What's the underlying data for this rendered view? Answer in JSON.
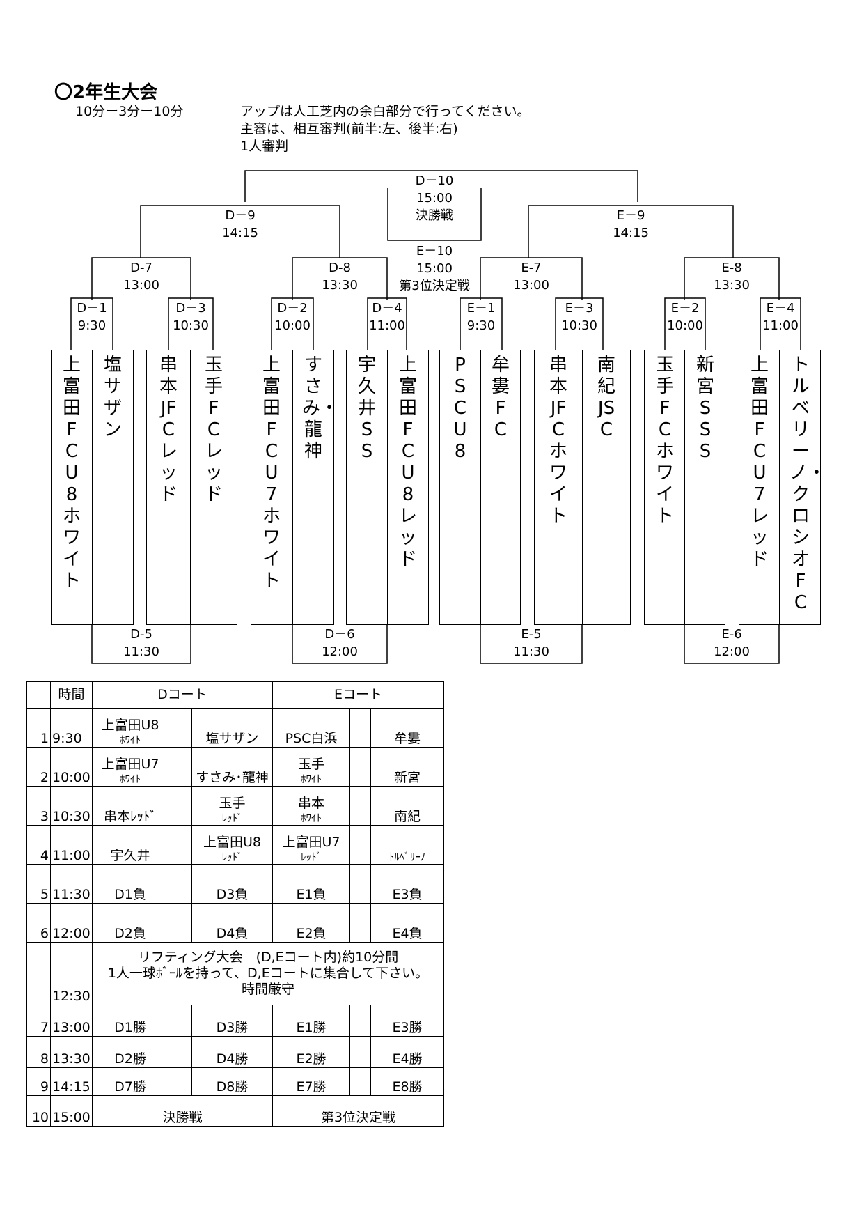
{
  "header": {
    "title": "〇2年生大会",
    "timing": "10分ー3分ー10分",
    "notes": [
      "アップは人工芝内の余白部分で行ってください。",
      "主審は、相互審判(前半:左、後半:右)",
      "1人審判"
    ]
  },
  "bracket": {
    "teams": [
      "上富田FC　U8ホワイト",
      "塩サザン",
      "串本JFC　レッド",
      "玉手FC　レッド",
      "上富田FC　U7ホワイト",
      "すさみ・龍神",
      "宇久井SS",
      "上富田FC　U8レッド",
      "PSC　U8",
      "牟婁FC",
      "串本JFC　ホワイト",
      "南紀JSC",
      "玉手FC　ホワイト",
      "新宮SSS",
      "上富田FC　U7レッド",
      "トルベリーノ・クロシオFC"
    ],
    "matches": [
      {
        "id": "D－1",
        "time": "9:30"
      },
      {
        "id": "D－3",
        "time": "10:30"
      },
      {
        "id": "D－2",
        "time": "10:00"
      },
      {
        "id": "D－4",
        "time": "11:00"
      },
      {
        "id": "E－1",
        "time": "9:30"
      },
      {
        "id": "E－3",
        "time": "10:30"
      },
      {
        "id": "E－2",
        "time": "10:00"
      },
      {
        "id": "E－4",
        "time": "11:00"
      },
      {
        "id": "D-7",
        "time": "13:00"
      },
      {
        "id": "D-8",
        "time": "13:30"
      },
      {
        "id": "E-7",
        "time": "13:00"
      },
      {
        "id": "E-8",
        "time": "13:30"
      },
      {
        "id": "D－9",
        "time": "14:15"
      },
      {
        "id": "E－9",
        "time": "14:15"
      },
      {
        "id": "D－10",
        "time": "15:00",
        "label": "決勝戦"
      },
      {
        "id": "E－10",
        "time": "15:00",
        "label": "第3位決定戦"
      },
      {
        "id": "D-5",
        "time": "11:30"
      },
      {
        "id": "D－6",
        "time": "12:00"
      },
      {
        "id": "E-5",
        "time": "11:30"
      },
      {
        "id": "E-6",
        "time": "12:00"
      }
    ]
  },
  "schedule": {
    "headers": {
      "time": "時間",
      "d_court": "Dコート",
      "e_court": "Eコート"
    },
    "rows": [
      {
        "no": "1",
        "time": "9:30",
        "d1": "上富田U8",
        "d1s": "ﾎﾜｲﾄ",
        "d2": "塩サザン",
        "d2s": "",
        "e1": "PSC白浜",
        "e1s": "",
        "e2": "牟婁",
        "e2s": ""
      },
      {
        "no": "2",
        "time": "10:00",
        "d1": "上富田U7",
        "d1s": "ﾎﾜｲﾄ",
        "d2": "すさみ･龍神",
        "d2s": "",
        "e1": "玉手",
        "e1s": "ﾎﾜｲﾄ",
        "e2": "新宮",
        "e2s": ""
      },
      {
        "no": "3",
        "time": "10:30",
        "d1": "串本ﾚｯﾄﾞ",
        "d1s": "",
        "d2": "玉手",
        "d2s": "ﾚｯﾄﾞ",
        "e1": "串本",
        "e1s": "ﾎﾜｲﾄ",
        "e2": "南紀",
        "e2s": ""
      },
      {
        "no": "4",
        "time": "11:00",
        "d1": "宇久井",
        "d1s": "",
        "d2": "上富田U8",
        "d2s": "ﾚｯﾄﾞ",
        "e1": "上富田U7",
        "e1s": "ﾚｯﾄﾞ",
        "e2": "ﾄﾙﾍﾞﾘｰﾉ",
        "e2s": ""
      },
      {
        "no": "5",
        "time": "11:30",
        "d1": "D1負",
        "d1s": "",
        "d2": "D3負",
        "d2s": "",
        "e1": "E1負",
        "e1s": "",
        "e2": "E3負",
        "e2s": ""
      },
      {
        "no": "6",
        "time": "12:00",
        "d1": "D2負",
        "d1s": "",
        "d2": "D4負",
        "d2s": "",
        "e1": "E2負",
        "e1s": "",
        "e2": "E4負",
        "e2s": ""
      }
    ],
    "lifting": {
      "time": "12:30",
      "lines": [
        "リフティング大会　(D,Eコート内)約10分間",
        "1人一球ﾎﾞｰﾙを持って、D,Eコートに集合して下さい。",
        "時間厳守"
      ]
    },
    "rows2": [
      {
        "no": "7",
        "time": "13:00",
        "d1": "D1勝",
        "d2": "D3勝",
        "e1": "E1勝",
        "e2": "E3勝"
      },
      {
        "no": "8",
        "time": "13:30",
        "d1": "D2勝",
        "d2": "D4勝",
        "e1": "E2勝",
        "e2": "E4勝"
      },
      {
        "no": "9",
        "time": "14:15",
        "d1": "D7勝",
        "d2": "D8勝",
        "e1": "E7勝",
        "e2": "E8勝"
      }
    ],
    "final": {
      "no": "10",
      "time": "15:00",
      "d": "決勝戦",
      "e": "第3位決定戦"
    }
  }
}
